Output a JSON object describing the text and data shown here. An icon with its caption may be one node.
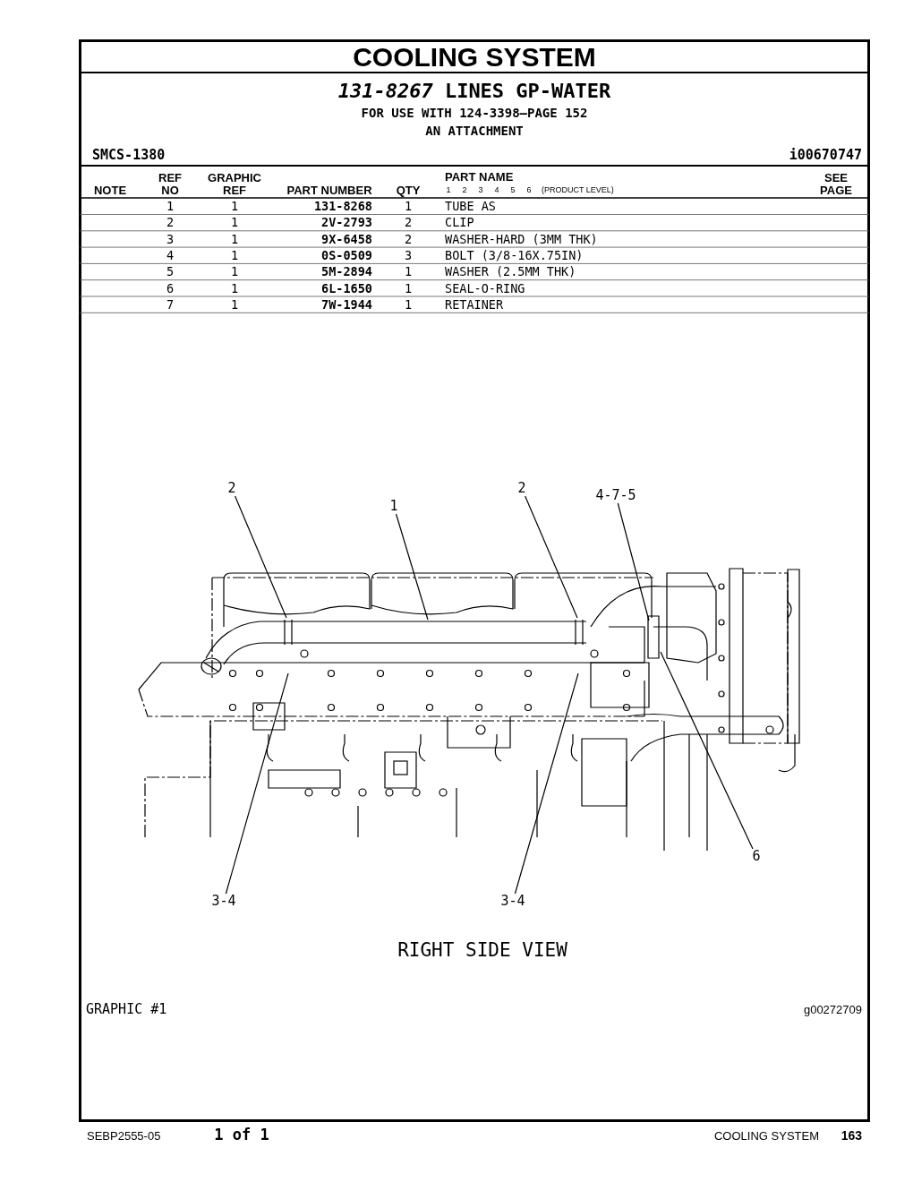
{
  "diagram": {
    "title": "COOLING SYSTEM",
    "caption": "RIGHT SIDE VIEW",
    "nodes": [
      {
        "text": [
          "2"
        ]
      },
      {
        "text": [
          "1"
        ]
      },
      {
        "text": [
          "2"
        ]
      },
      {
        "text": [
          "4-7-5"
        ]
      },
      {
        "text": [
          "6"
        ]
      },
      {
        "text": [
          "3-4"
        ]
      },
      {
        "text": [
          "3-4"
        ]
      }
    ],
    "edges": [
      {
        "from": 0,
        "to": null,
        "arrow": "none"
      },
      {
        "from": 1,
        "to": null,
        "arrow": "none"
      },
      {
        "from": 2,
        "to": null,
        "arrow": "none"
      },
      {
        "from": 3,
        "to": null,
        "arrow": "none"
      },
      {
        "from": 4,
        "to": null,
        "arrow": "none"
      },
      {
        "from": 5,
        "to": null,
        "arrow": "none"
      },
      {
        "from": 6,
        "to": null,
        "arrow": "none"
      }
    ],
    "labels": [
      "*131-8267* LINES GP-WATER",
      "FOR USE WITH 124-3398—PAGE 152",
      "AN ATTACHMENT",
      "SMCS-1380",
      "i00670747",
      "NOTE",
      "REF NO",
      "GRAPHIC REF",
      "PART NUMBER",
      "QTY",
      "PART NAME",
      "1",
      "2",
      "3",
      "4",
      "5",
      "6",
      "(PRODUCT LEVEL)",
      "SEE PAGE",
      "1",
      "1",
      "131-8268",
      "1",
      "TUBE AS",
      "2",
      "1",
      "2V-2793",
      "2",
      "CLIP",
      "3",
      "1",
      "9X-6458",
      "2",
      "WASHER-HARD (3MM THK)",
      "4",
      "1",
      "0S-0509",
      "3",
      "BOLT (3/8-16X.75IN)",
      "5",
      "1",
      "5M-2894",
      "1",
      "WASHER (2.5MM THK)",
      "6",
      "1",
      "6L-1650",
      "1",
      "SEAL-O-RING",
      "7",
      "1",
      "7W-1944",
      "1",
      "RETAINER",
      "GRAPHIC #1",
      "g00272709",
      "SEBP2555-05",
      "1 of 1",
      "COOLING SYSTEM",
      "163"
    ]
  }
}
